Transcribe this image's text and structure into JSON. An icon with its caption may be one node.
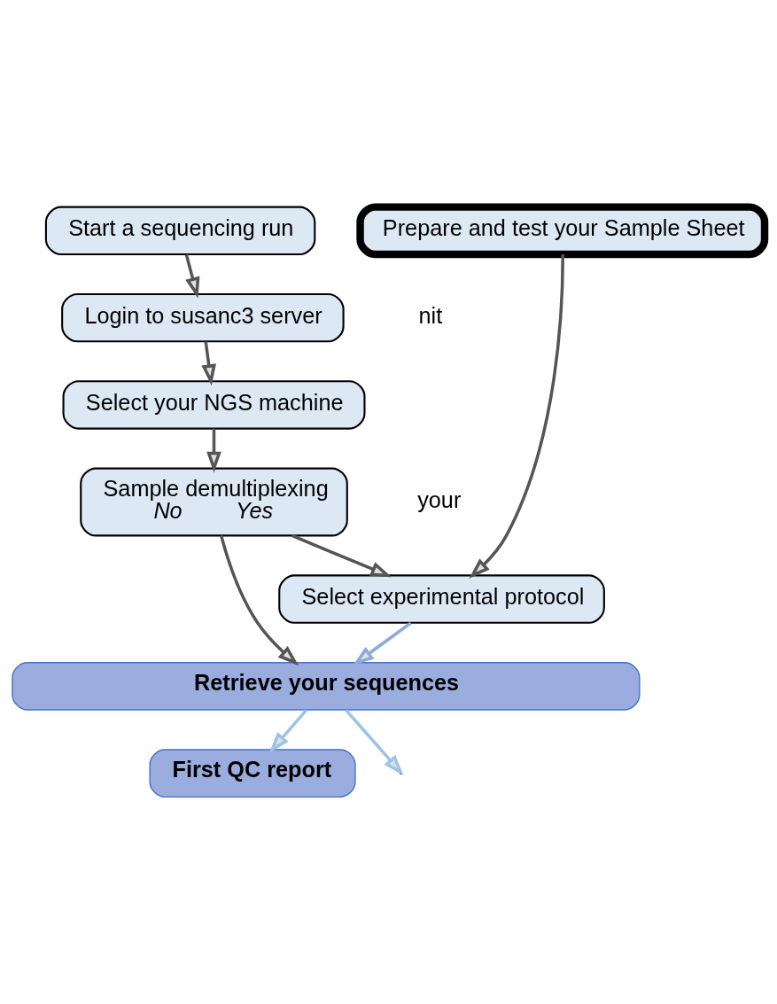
{
  "diagram": {
    "nodes": [
      {
        "text": [
          "Start a sequencing run"
        ]
      },
      {
        "text": [
          "Prepare and test your Sample Sheet"
        ]
      },
      {
        "text": [
          "Login to susanc3 server"
        ]
      },
      {
        "text": [
          "Select your NGS machine"
        ]
      },
      {
        "text": [
          "Sample demultiplexing",
          "No",
          "Yes"
        ]
      },
      {
        "text": [
          "Select experimental protocol"
        ]
      },
      {
        "text": [
          "Retrieve your sequences"
        ]
      },
      {
        "text": [
          "First QC report"
        ]
      }
    ],
    "edges": [
      {
        "from": 0,
        "to": 2,
        "arrow": "to"
      },
      {
        "from": 2,
        "to": 3,
        "arrow": "to"
      },
      {
        "from": 3,
        "to": 4,
        "arrow": "to"
      },
      {
        "from": 4,
        "to": 6,
        "arrow": "to"
      },
      {
        "from": 4,
        "to": 5,
        "arrow": "to"
      },
      {
        "from": 1,
        "to": 5,
        "arrow": "to"
      },
      {
        "from": 5,
        "to": 6,
        "arrow": "to",
        "color": "#8eaadb"
      },
      {
        "from": 6,
        "to": null,
        "arrow": "to",
        "color": "#9dc3e6"
      },
      {
        "from": 6,
        "to": 7,
        "arrow": "to",
        "color": "#9dc3e6"
      }
    ],
    "labels": [
      "nit",
      "your"
    ]
  }
}
